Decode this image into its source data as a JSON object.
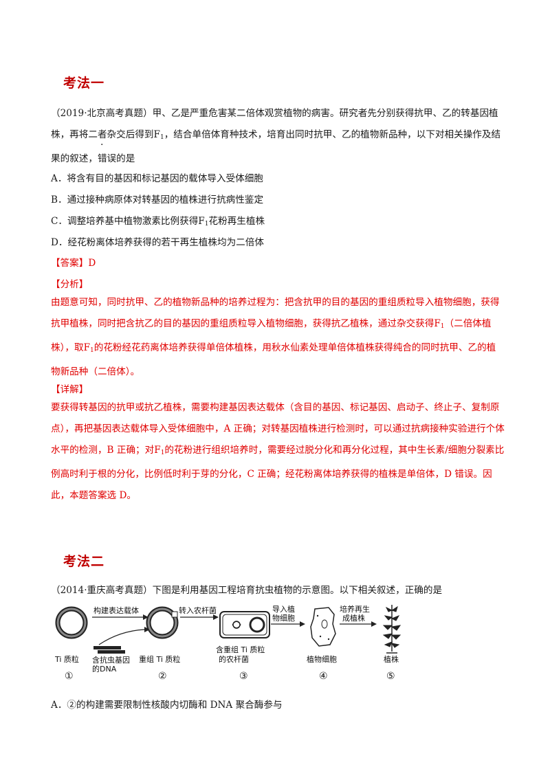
{
  "section1": {
    "heading": "考法一",
    "question": {
      "source": "（2019·北京高考真题）",
      "text_a": "甲、乙是严重危害某二倍体观赏植物的病害。研究者先分别获得抗甲、乙的转基因植株，再将二者杂交后得到F",
      "sub1": "1",
      "text_b": "，结合单倍体育种技术，培育出同时抗甲、乙的植物新品种，以下对相关操作及结果的叙述，",
      "emph": "错误",
      "text_c": "的是"
    },
    "options": {
      "a": "A．将含有目的基因和标记基因的载体导入受体细胞",
      "b": "B．通过接种病原体对转基因的植株进行抗病性鉴定",
      "c_pre": "C．调整培养基中植物激素比例获得F",
      "c_sub": "1",
      "c_post": "花粉再生植株",
      "d": "D．经花粉离体培养获得的若干再生植株均为二倍体"
    },
    "answer_tag": "【答案】",
    "answer": "D",
    "analysis_tag": "【分析】",
    "analysis": {
      "p1": "由题意可知，同时抗甲、乙的植物新品种的培养过程为：把含抗甲的目的基因的重组质粒导入植物细胞，获得抗甲植株，同时把含抗乙的目的基因的重组质粒导入植物细胞，获得抗乙植株，通过杂交获得F",
      "s1": "1",
      "p2": "（二倍体植株），取F",
      "s2": "1",
      "p3": "的花粉经花药离体培养获得单倍体植株，用秋水仙素处理单倍体植株获得纯合的同时抗甲、乙的植物新品种（二倍体）。"
    },
    "detail_tag": "【详解】",
    "detail": {
      "p1": "要获得转基因的抗甲或抗乙植株，需要构建基因表达载体（含目的基因、标记基因、启动子、终止子、复制原点），再把基因表达载体导入受体细胞中，A 正确；对转基因植株进行检测时，可以通过抗病接种实验进行个体水平的检测，B 正确；对F",
      "s1": "1",
      "p2": "的花粉进行组织培养时，需要经过脱分化和再分化过程，其中生长素/细胞分裂素比例高时利于根的分化，比例低时利于芽的分化，C 正确；经花粉离体培养获得的植株是单倍体，D 错误。因此，本题答案选 D。"
    }
  },
  "section2": {
    "heading": "考法二",
    "question": "（2014·重庆高考真题）下图是利用基因工程培育抗虫植物的示意图。以下相关叙述，正确的是",
    "diagram": {
      "step1_label": "Ti 质粒",
      "step1_num": "①",
      "arrow1": "构建表达载体",
      "dna_label_1": "含抗虫基因",
      "dna_label_2": "的DNA",
      "step2_label": "重组 Ti 质粒",
      "step2_num": "②",
      "arrow2": "转入农杆菌",
      "step3_label_1": "含重组 Ti 质粒",
      "step3_label_2": "的农杆菌",
      "step3_num": "③",
      "arrow3_1": "导入植",
      "arrow3_2": "物细胞",
      "step4_label": "植物细胞",
      "step4_num": "④",
      "arrow4_1": "培养再生",
      "arrow4_2": "成植株",
      "step5_label": "植株",
      "step5_num": "⑤"
    },
    "option_a": "A．②的构建需要限制性核酸内切酶和 DNA 聚合酶参与"
  }
}
